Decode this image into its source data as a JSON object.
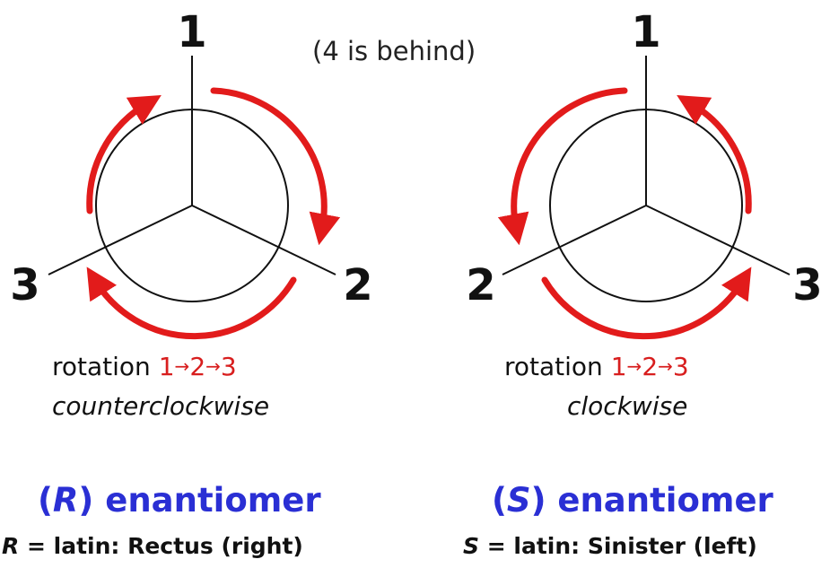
{
  "note": "(4 is  behind)",
  "left": {
    "labels": {
      "top": "1",
      "right": "2",
      "left": "3"
    },
    "rotation_word": "rotation",
    "sequence": [
      "1",
      "2",
      "3"
    ],
    "arrow": "→",
    "direction": "counterclockwise",
    "enantiomer_letter": "R",
    "enantiomer_word": "enantiomer",
    "latin_letter": "R",
    "latin_text": "= latin: Rectus (right)"
  },
  "right": {
    "labels": {
      "top": "1",
      "right": "3",
      "left": "2"
    },
    "rotation_word": "rotation",
    "sequence": [
      "1",
      "2",
      "3"
    ],
    "arrow": "→",
    "direction": "clockwise",
    "enantiomer_letter": "S",
    "enantiomer_word": "enantiomer",
    "latin_letter": "S",
    "latin_text": "= latin: Sinister (left)"
  },
  "colors": {
    "arrow": "#e21b1b",
    "lines": "#111111",
    "enantiomer": "#2a2fd4",
    "sequence": "#d81e1e"
  }
}
